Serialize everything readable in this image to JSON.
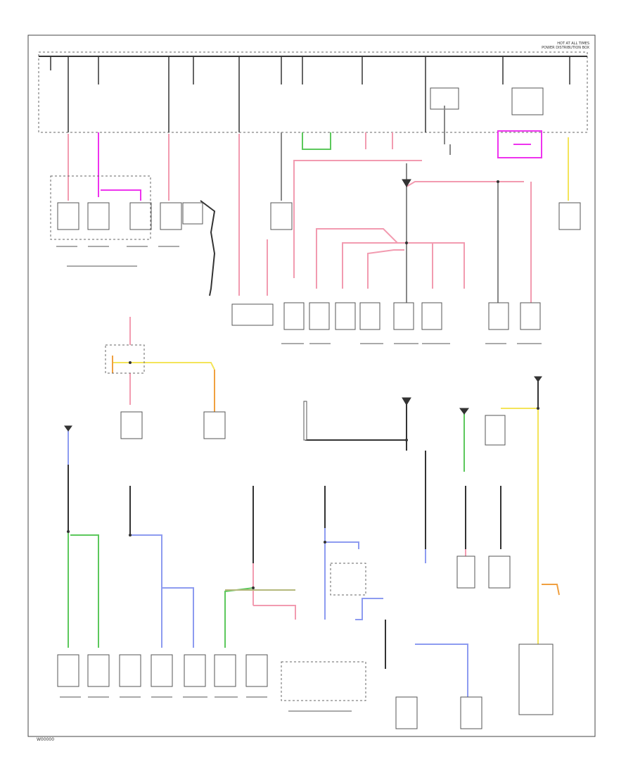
{
  "header": {
    "box_title_line1": "HOT AT ALL TIMES",
    "box_title_line2": "POWER DISTRIBUTION BOX"
  },
  "colors": {
    "pink": "#f29bb0",
    "green": "#5cc85c",
    "blue": "#8d9bf0",
    "yellow": "#f4e45a",
    "magenta": "#ee33ee",
    "orange": "#f0a040",
    "olive": "#b4b87c",
    "black": "#222222",
    "gray": "#888888"
  },
  "footer_code": "W00000"
}
